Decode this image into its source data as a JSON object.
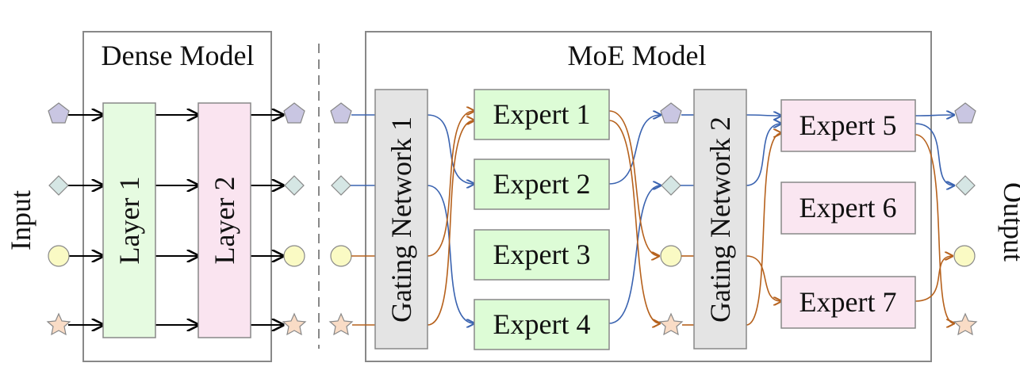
{
  "labels": {
    "dense_title": "Dense Model",
    "moe_title": "MoE Model",
    "input": "Input",
    "output": "Output",
    "layer1": "Layer 1",
    "layer2": "Layer 2",
    "gating1": "Gating Network 1",
    "gating2": "Gating Network 2",
    "expert1": "Expert 1",
    "expert2": "Expert 2",
    "expert3": "Expert 3",
    "expert4": "Expert 4",
    "expert5": "Expert 5",
    "expert6": "Expert 6",
    "expert7": "Expert 7"
  },
  "colors": {
    "border": "#888888",
    "pentagon": "#c9c6e2",
    "diamond": "#d5e6e4",
    "circle": "#fafac4",
    "star": "#f9dcc6",
    "layer1_fill": "#e6fbe1",
    "layer2_fill": "#fae4f0",
    "gating_fill": "#e4e4e4",
    "expert_green": "#ddfcd6",
    "expert_pink": "#fae6f1",
    "blue_route": "#3a63b0",
    "orange_route": "#b6611c"
  },
  "tokens": [
    "pentagon",
    "diamond",
    "circle",
    "star"
  ]
}
